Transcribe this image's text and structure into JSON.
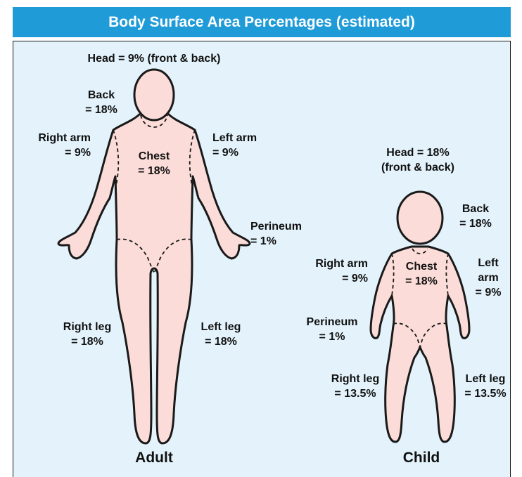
{
  "title": "Body Surface Area Percentages (estimated)",
  "colors": {
    "title_bar": "#1f9bd8",
    "panel_background": "#e4f3fb",
    "body_fill": "#fbdcd8",
    "outline": "#1a1a1a"
  },
  "adult": {
    "caption": "Adult",
    "head": "Head = 9% (front & back)",
    "back": [
      "Back",
      "= 18%"
    ],
    "right_arm": [
      "Right arm",
      "= 9%"
    ],
    "chest": [
      "Chest",
      "= 18%"
    ],
    "left_arm": [
      "Left arm",
      "= 9%"
    ],
    "perineum": [
      "Perineum",
      "= 1%"
    ],
    "right_leg": [
      "Right leg",
      "= 18%"
    ],
    "left_leg": [
      "Left leg",
      "= 18%"
    ]
  },
  "child": {
    "caption": "Child",
    "head": [
      "Head = 18%",
      "(front & back)"
    ],
    "back": [
      "Back",
      "= 18%"
    ],
    "right_arm": [
      "Right arm",
      "= 9%"
    ],
    "chest": [
      "Chest",
      "= 18%"
    ],
    "left_arm": [
      "Left",
      "arm",
      "= 9%"
    ],
    "perineum": [
      "Perineum",
      "= 1%"
    ],
    "right_leg": [
      "Right leg",
      "= 13.5%"
    ],
    "left_leg": [
      "Left leg",
      "= 13.5%"
    ]
  }
}
